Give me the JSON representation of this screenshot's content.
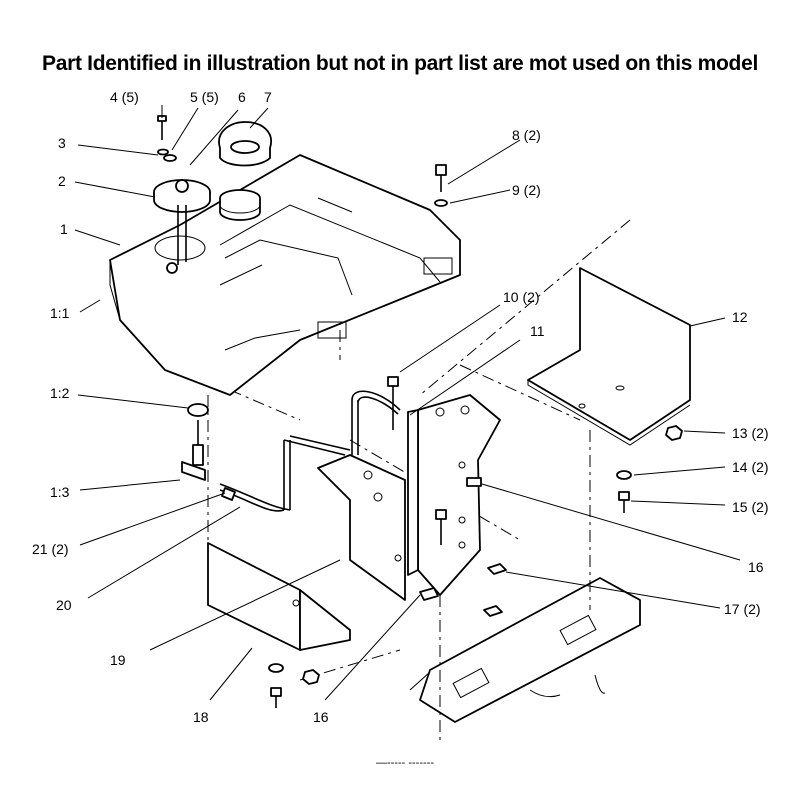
{
  "title": "Part Identified in illustration but not in part list are mot used on this model",
  "footer_mark": "—-----  -------",
  "callouts": {
    "c1": "1",
    "c1_1": "1:1",
    "c1_2": "1:2",
    "c1_3": "1:3",
    "c2": "2",
    "c3": "3",
    "c4": "4 (5)",
    "c5": "5 (5)",
    "c6": "6",
    "c7": "7",
    "c8": "8 (2)",
    "c9": "9 (2)",
    "c10": "10 (2)",
    "c11": "11",
    "c12": "12",
    "c13": "13 (2)",
    "c14": "14 (2)",
    "c15": "15 (2)",
    "c16a": "16",
    "c16b": "16",
    "c17": "17 (2)",
    "c18": "18",
    "c19": "19",
    "c20": "20",
    "c21": "21 (2)"
  }
}
